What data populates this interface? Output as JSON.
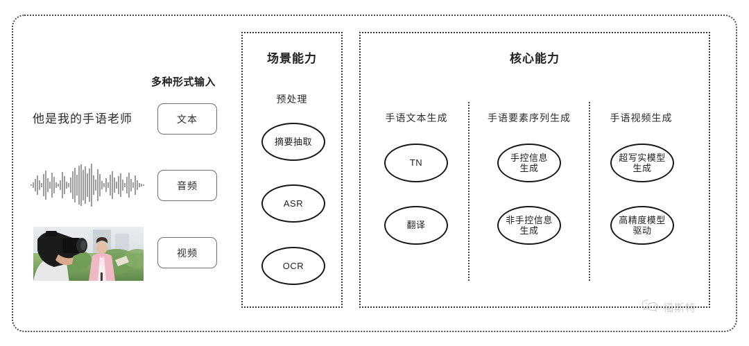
{
  "frame": {
    "border_color": "#4a4a4a"
  },
  "input_section": {
    "title": "多种形式输入",
    "sample_text": "他是我的手语老师",
    "modalities": [
      {
        "label": "文本",
        "icon": "text-icon"
      },
      {
        "label": "音频",
        "icon": "waveform-icon"
      },
      {
        "label": "视频",
        "icon": "video-thumbnail"
      }
    ]
  },
  "scene_box": {
    "title": "场景能力",
    "sub_label": "预处理",
    "nodes": [
      "摘要抽取",
      "ASR",
      "OCR"
    ]
  },
  "core_box": {
    "title": "核心能力",
    "columns": [
      {
        "label": "手语文本生成",
        "nodes": [
          "TN",
          "翻译"
        ]
      },
      {
        "label": "手语要素序列生成",
        "nodes": [
          "手控信息\n生成",
          "非手控信息\n生成"
        ]
      },
      {
        "label": "手语视频生成",
        "nodes": [
          "超写实模型\n生成",
          "高精度模型\n驱动"
        ]
      }
    ]
  },
  "watermark": {
    "text": "福斯特",
    "icon": "wechat-icon",
    "color": "#8d8d8d"
  }
}
